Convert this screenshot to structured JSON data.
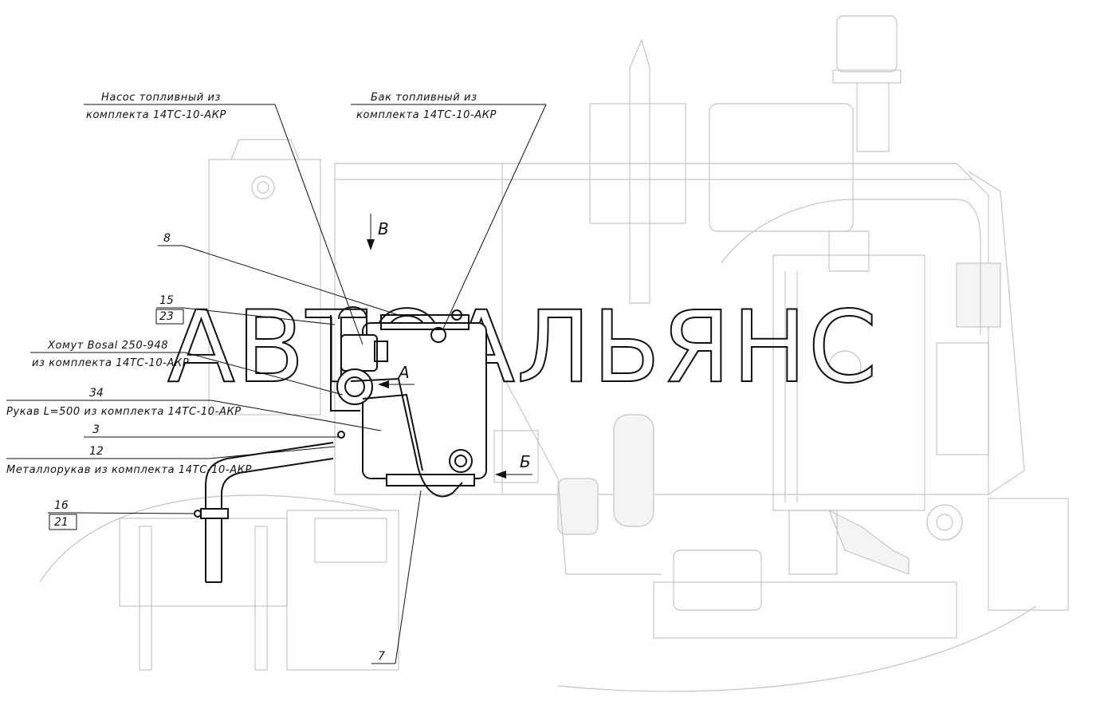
{
  "watermark": "АВТОАЛЬЯНС",
  "callouts": {
    "pump_line1": "Насос топливный из",
    "pump_line2": "комплекта 14ТС-10-АКР",
    "tank_line1": "Бак топливный из",
    "tank_line2": "комплекта 14ТС-10-АКР",
    "clamp_line1": "Хомут Bosal 250-948",
    "clamp_line2": "из комплекта 14ТС-10-АКР",
    "hose": "Рукав L=500 из комплекта 14ТС-10-АКР",
    "metal_hose": "Металлорукав из комплекта 14ТС-10-АКР"
  },
  "positions": {
    "p8": "8",
    "p15": "15",
    "p23": "23",
    "p34": "34",
    "p3": "3",
    "p12": "12",
    "p16": "16",
    "p21": "21",
    "p7": "7"
  },
  "views": {
    "a": "А",
    "b": "Б",
    "v": "В"
  }
}
